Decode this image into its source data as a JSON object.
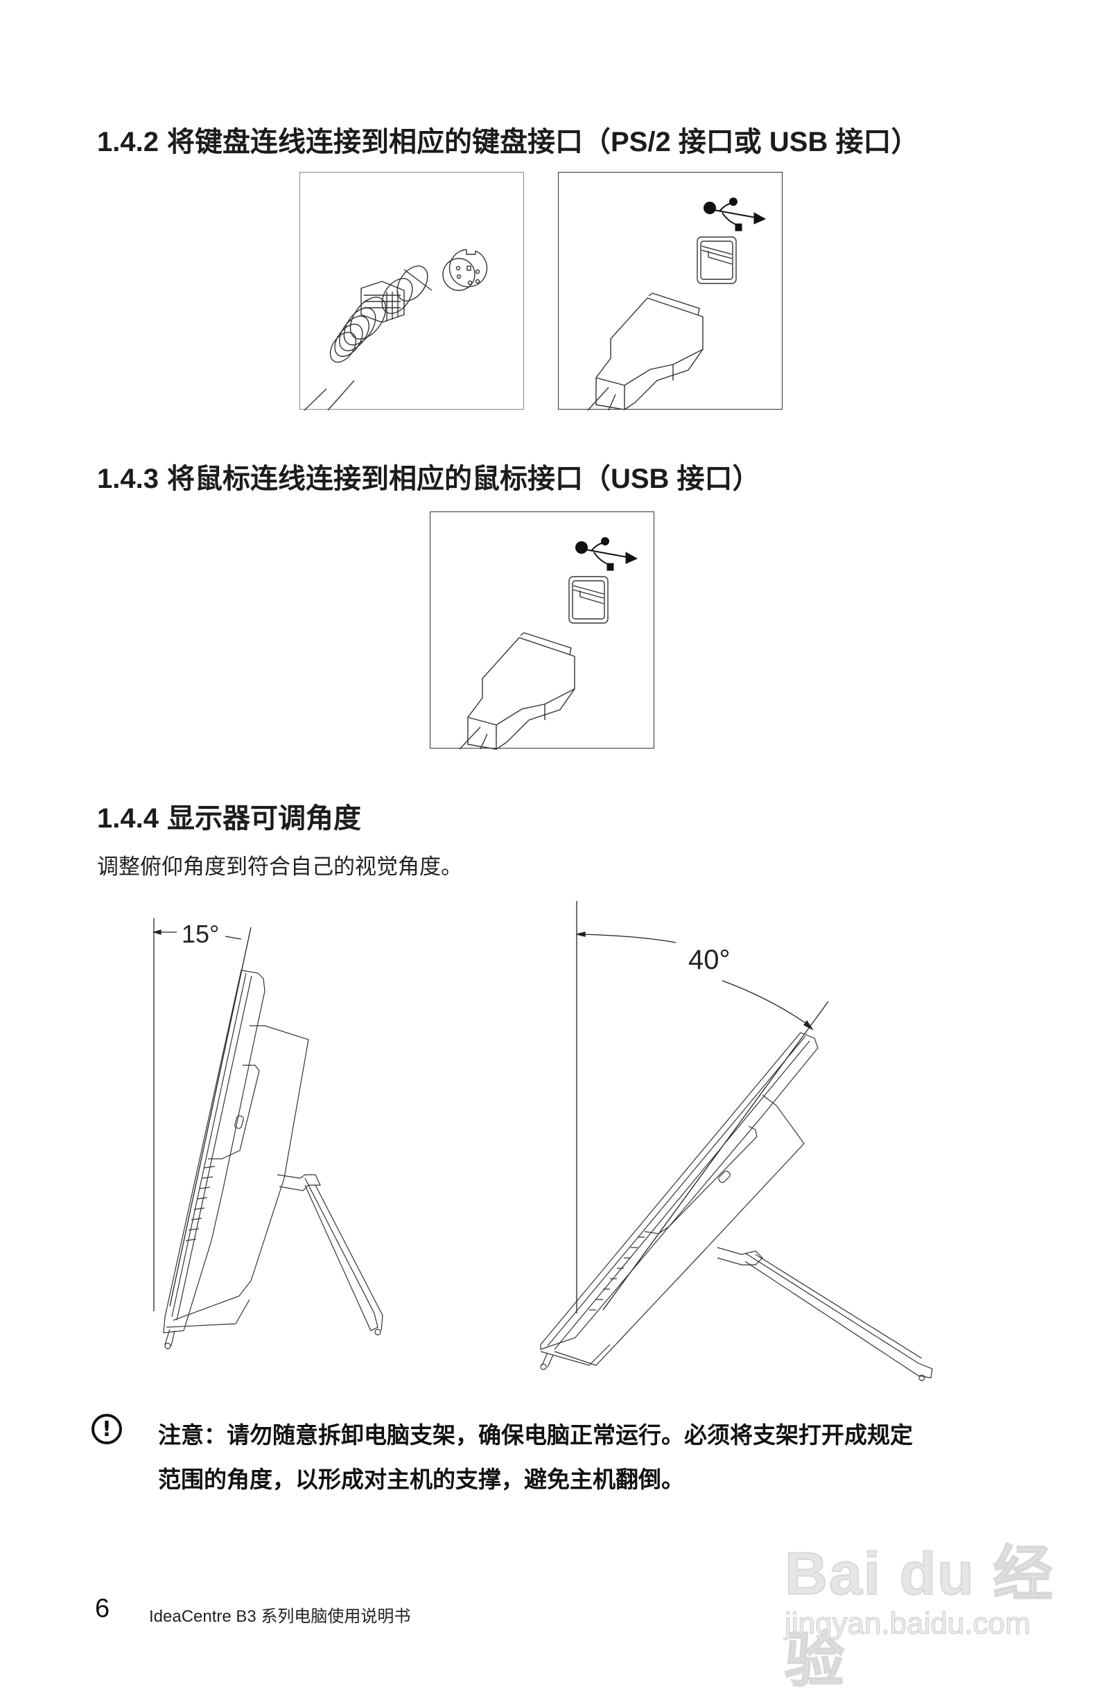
{
  "sections": {
    "keyboard": {
      "number": "1.4.2",
      "title": "将键盘连线连接到相应的键盘接口（PS/2 接口或 USB 接口）",
      "figures": [
        {
          "name": "ps2-port-figure",
          "icon": "ps2-connector-icon"
        },
        {
          "name": "usb-port-figure",
          "icon": "usb-icon"
        }
      ]
    },
    "mouse": {
      "number": "1.4.3",
      "title": "将鼠标连线连接到相应的鼠标接口（USB 接口）",
      "figures": [
        {
          "name": "usb-port-figure",
          "icon": "usb-icon"
        }
      ]
    },
    "monitor": {
      "number": "1.4.4",
      "title": "显示器可调角度",
      "description": "调整俯仰角度到符合自己的视觉角度。",
      "angles": {
        "min_label": "15°",
        "max_label": "40°"
      }
    }
  },
  "note": {
    "icon": "exclamation-circle-icon",
    "line1": "注意：请勿随意拆卸电脑支架，确保电脑正常运行。必须将支架打开成规定",
    "line2": "范围的角度，以形成对主机的支撑，避免主机翻倒。"
  },
  "footer": {
    "page_number": "6",
    "doc_title": "IdeaCentre B3 系列电脑使用说明书"
  },
  "watermark": {
    "brand": "Bai du 经验",
    "url": "jingyan.baidu.com"
  }
}
